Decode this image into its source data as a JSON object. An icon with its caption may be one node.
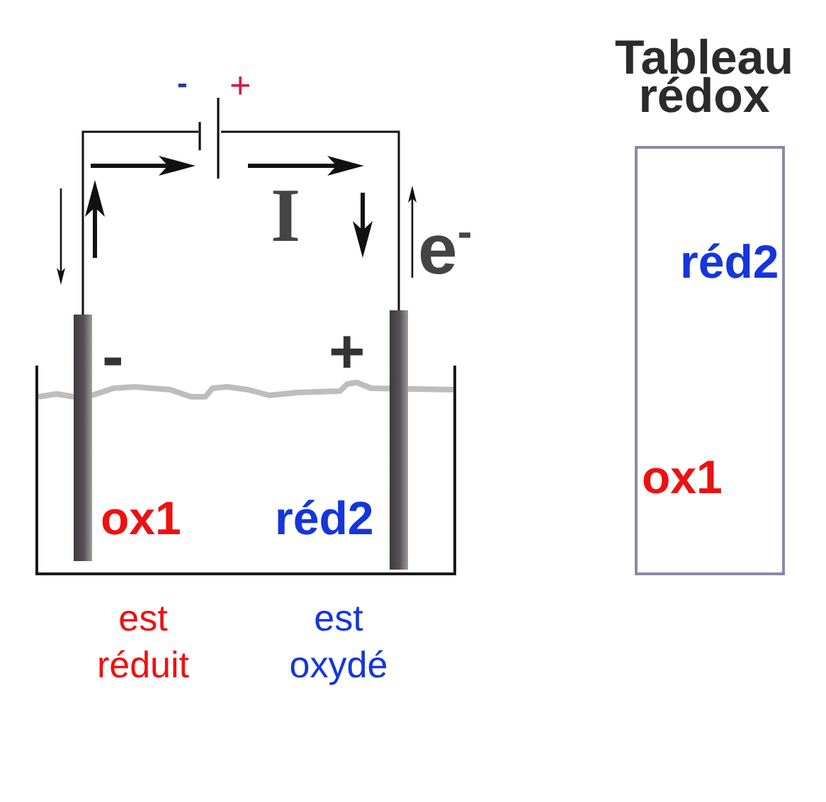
{
  "diagram": {
    "nodes": [
      {
        "text": [],
        "shape": "battery",
        "beside": [
          "-",
          "+"
        ]
      },
      {
        "text": [],
        "shape": "bar",
        "beside": [
          "-"
        ]
      },
      {
        "text": [],
        "shape": "bar",
        "beside": [
          "+"
        ]
      },
      {
        "text": [
          "ox1",
          "réd2"
        ],
        "beside": [
          "est réduit",
          "est oxydé"
        ]
      },
      {
        "text": [
          "Tableau rédox",
          "réd2",
          "ox1"
        ]
      }
    ],
    "edges": [
      {
        "from": 0,
        "to": 1,
        "arrow": "none"
      },
      {
        "from": 0,
        "to": 2,
        "arrow": "none"
      }
    ],
    "labels": [
      "I",
      "e$^{-}$"
    ]
  }
}
